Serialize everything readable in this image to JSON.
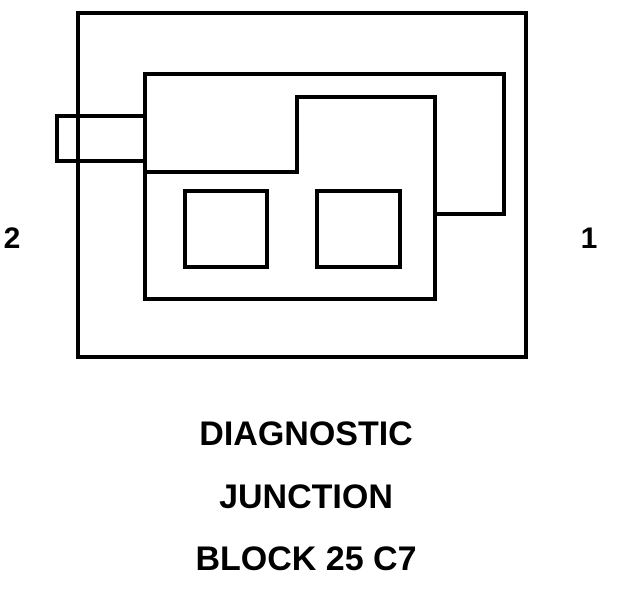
{
  "connector": {
    "pin_left_label": "2",
    "pin_right_label": "1"
  },
  "caption": {
    "line1": "DIAGNOSTIC",
    "line2": "JUNCTION",
    "line3": "BLOCK 25 C7"
  },
  "colors": {
    "line": "#000000",
    "background": "#ffffff"
  }
}
